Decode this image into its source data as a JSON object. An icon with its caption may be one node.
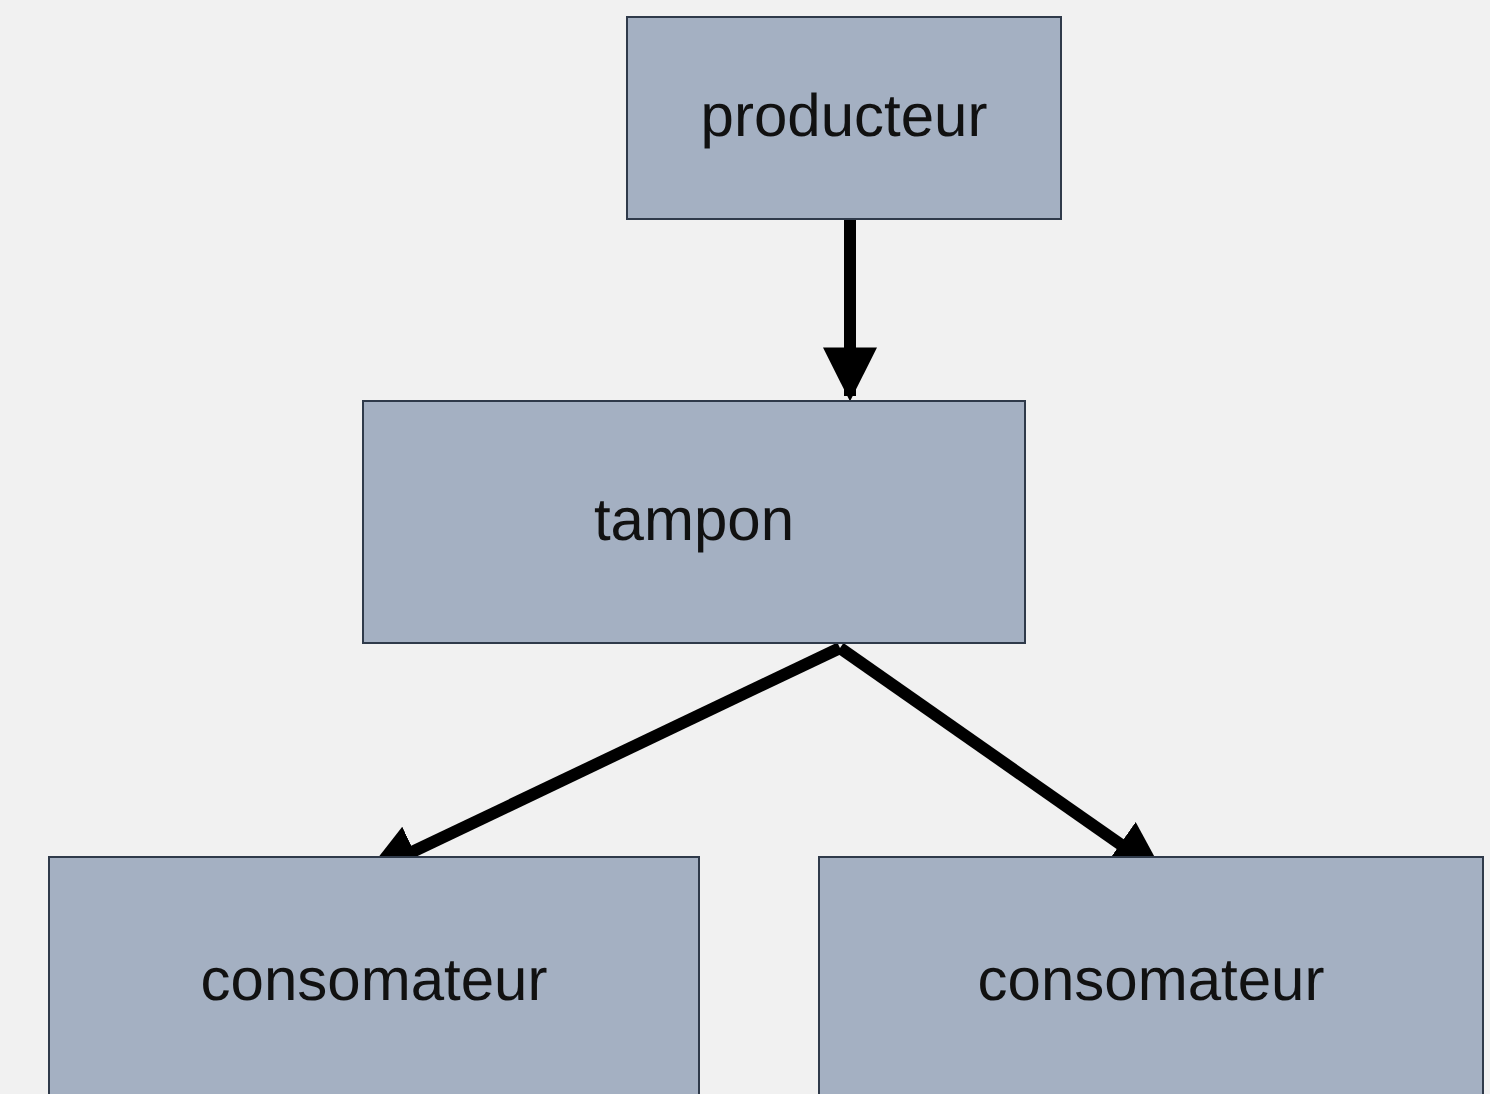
{
  "diagram": {
    "nodes": [
      {
        "text": [
          "producteur"
        ]
      },
      {
        "text": [
          "tampon"
        ]
      },
      {
        "text": [
          "consomateur"
        ]
      },
      {
        "text": [
          "consomateur"
        ]
      }
    ],
    "edges": [
      {
        "from": 0,
        "to": 1,
        "arrow": "to"
      },
      {
        "from": 1,
        "to": 2,
        "arrow": "to"
      },
      {
        "from": 1,
        "to": 3,
        "arrow": "to"
      }
    ]
  }
}
